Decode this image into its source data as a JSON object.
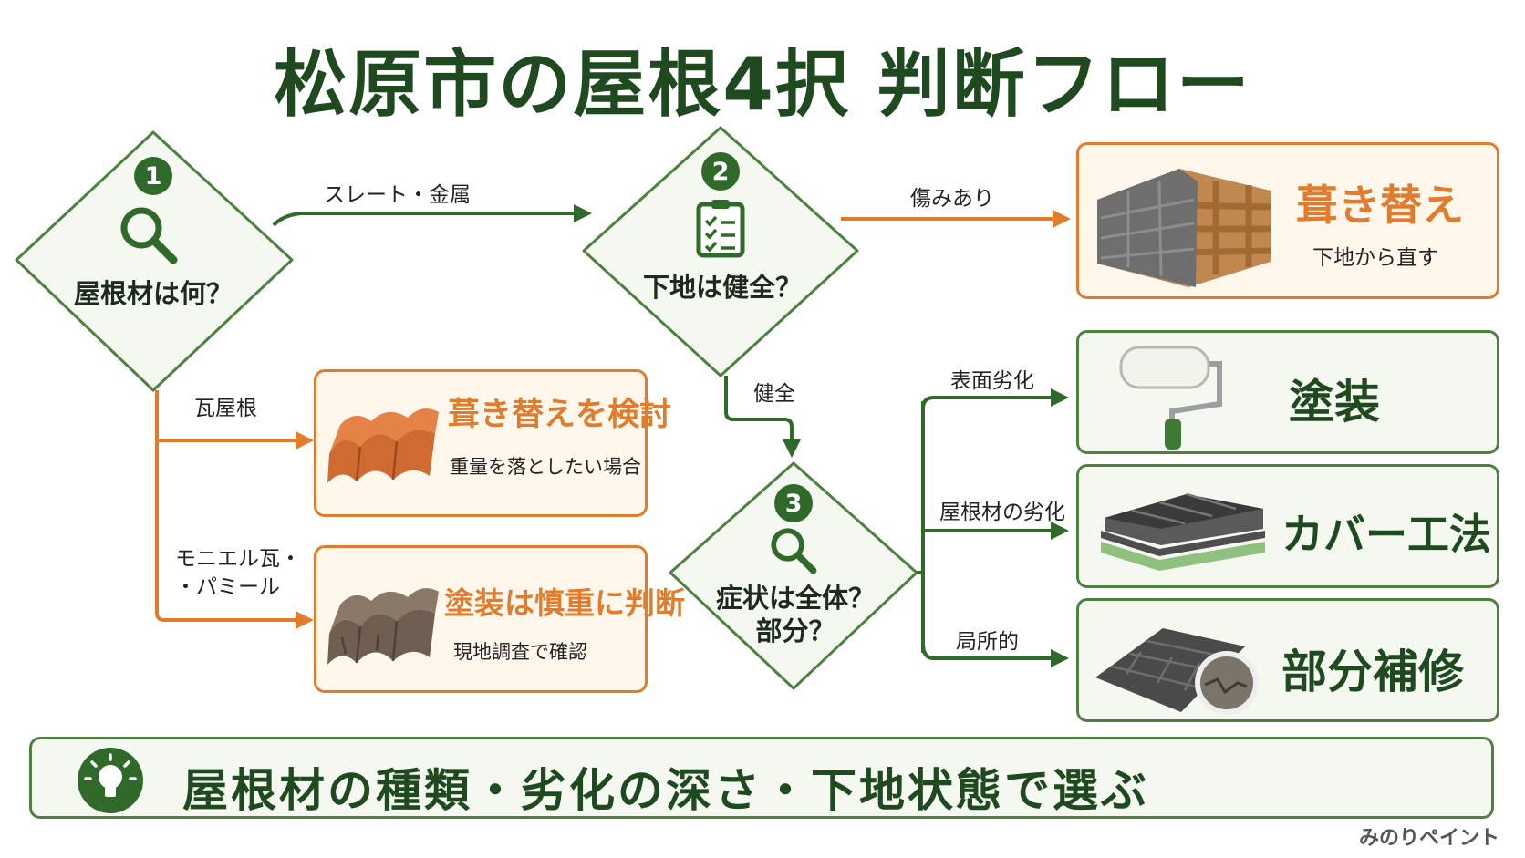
{
  "title": "松原市の屋根4択 判断フロー",
  "decisions": {
    "d1": {
      "number": "1",
      "question": "屋根材は何？",
      "icon": "magnifier-icon"
    },
    "d2": {
      "number": "2",
      "question": "下地は健全？",
      "icon": "clipboard-checklist-icon"
    },
    "d3": {
      "number": "3",
      "question_line1": "症状は全体？",
      "question_line2": "部分？",
      "icon": "magnifier-icon"
    }
  },
  "edges": {
    "slate_metal": "スレート・金属",
    "damaged": "傷みあり",
    "tile_roof": "瓦屋根",
    "monier_pamir_line1": "モニエル瓦・",
    "monier_pamir_line2": "・パミール",
    "sound": "健全",
    "surface_deterioration": "表面劣化",
    "material_deterioration": "屋根材の劣化",
    "localized": "局所的"
  },
  "outcomes": {
    "reroof": {
      "title": "葺き替え",
      "subtitle": "下地から直す",
      "icon": "roof-substrate-illustration"
    },
    "consider_reroof": {
      "title": "葺き替えを検討",
      "subtitle": "重量を落としたい場合",
      "icon": "clay-tile-illustration"
    },
    "careful_painting": {
      "title": "塗装は慎重に判断",
      "subtitle": "現地調査で確認",
      "icon": "cement-tile-illustration"
    },
    "painting": {
      "title": "塗装",
      "icon": "paint-roller-icon"
    },
    "cover": {
      "title": "カバー工法",
      "icon": "metal-panel-layer-illustration"
    },
    "partial_repair": {
      "title": "部分補修",
      "icon": "shingle-repair-illustration"
    }
  },
  "summary": {
    "text": "屋根材の種類・劣化の深さ・下地状態で選ぶ",
    "icon": "lightbulb-icon"
  },
  "brand": "みのりペイント",
  "colors": {
    "dark_green": "#2f6a2a",
    "title_green": "#1f4a1f",
    "orange": "#e07c2c",
    "card_orange_bg": "#fff6ec",
    "card_green_bg": "#f4f8f1"
  }
}
